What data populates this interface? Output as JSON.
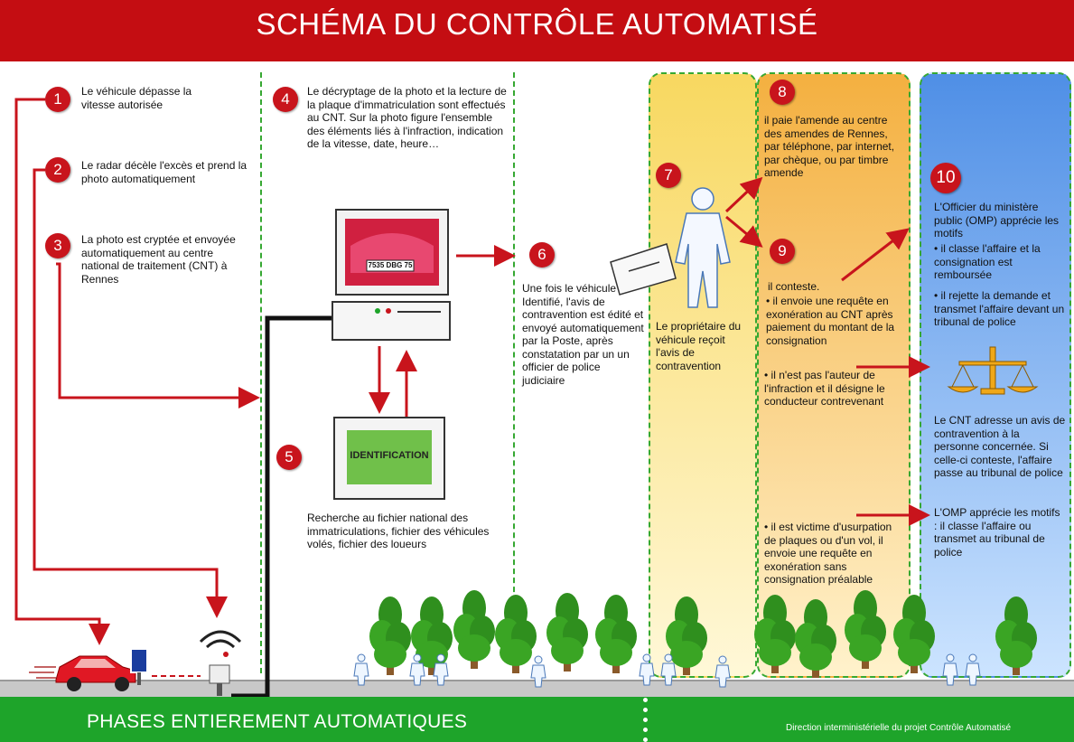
{
  "title": "SCHÉMA DU CONTRÔLE AUTOMATISÉ",
  "steps": {
    "s1": {
      "num": "1",
      "text": "Le véhicule dépasse la vitesse autorisée"
    },
    "s2": {
      "num": "2",
      "text": "Le radar décèle l'excès et prend la photo automatiquement"
    },
    "s3": {
      "num": "3",
      "text": "La photo est cryptée et envoyée automatiquement au centre national de traitement (CNT) à Rennes"
    },
    "s4": {
      "num": "4",
      "text": "Le décryptage de la photo et la lecture de la plaque d'immatriculation sont effectués au CNT. Sur la photo figure l'ensemble des éléments liés à l'infraction, indication de la vitesse, date, heure…"
    },
    "s5": {
      "num": "5",
      "text": "Recherche au fichier national des immatriculations, fichier des véhicules volés, fichier des loueurs"
    },
    "s6": {
      "num": "6",
      "text": "Une fois le véhicule Identifié, l'avis de contravention est édité et envoyé automatiquement par la Poste, après constatation par un un officier de police judiciaire"
    },
    "s7": {
      "num": "7",
      "text": "Le propriétaire du véhicule reçoit l'avis de contravention"
    },
    "s8": {
      "num": "8",
      "text": "il paie l'amende au centre des amendes de Rennes, par téléphone, par internet, par chèque, ou par timbre amende"
    },
    "s9": {
      "num": "9",
      "text": "il conteste."
    },
    "s10": {
      "num": "10",
      "text": "L'Officier du ministère public (OMP) apprécie les motifs"
    }
  },
  "contest_options": [
    "• il envoie une requête en exonération au CNT après paiement du montant de la consignation",
    "• il n'est pas l'auteur de l'infraction et il désigne le conducteur contrevenant",
    "• il est victime d'usurpation de plaques ou d'un vol, il envoie une requête en exonération sans consignation préalable"
  ],
  "omp_decisions": [
    "• il classe l'affaire et la consignation est remboursée",
    "• il rejette la demande et transmet l'affaire devant un tribunal de police"
  ],
  "cnt_note": "Le CNT adresse un avis de contravention à la personne concernée. Si celle-ci conteste, l'affaire passe au tribunal de police",
  "omp_note": "L'OMP apprécie les motifs : il classe l'affaire ou transmet au tribunal de police",
  "plate": "7535 DBG 75",
  "identification_label": "IDENTIFICATION",
  "footer": "PHASES ENTIEREMENT AUTOMATIQUES",
  "credit": "Direction interministérielle du projet Contrôle Automatisé",
  "colors": {
    "red": "#c8141c",
    "green": "#1ea42a",
    "dash": "#36a832",
    "yellow": "#fde27a",
    "orange": "#f8c35a",
    "blue": "#5aa0ea"
  }
}
